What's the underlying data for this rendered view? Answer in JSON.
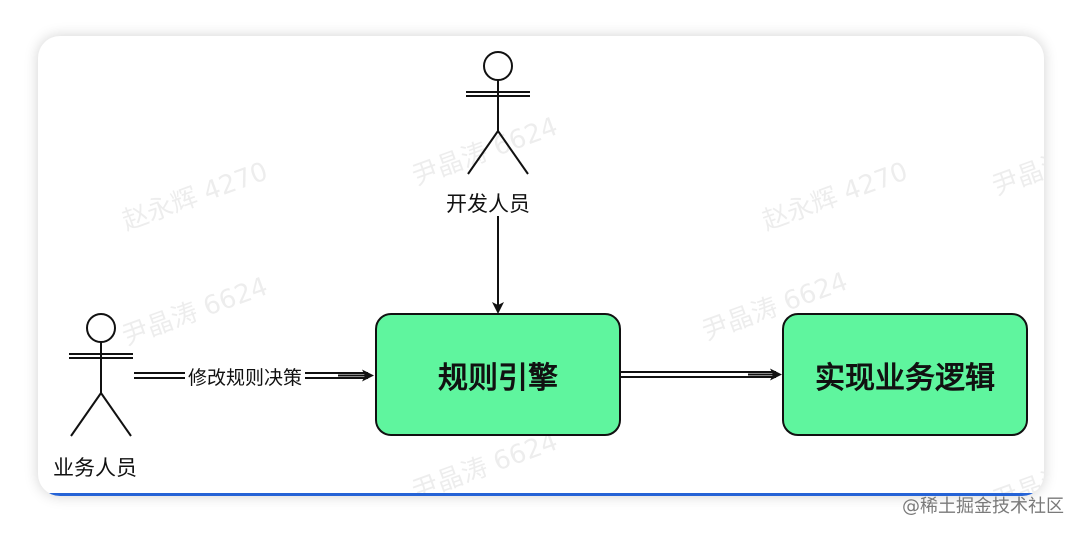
{
  "diagram": {
    "actors": {
      "developer": "开发人员",
      "business": "业务人员"
    },
    "nodes": {
      "rule_engine": "规则引擎",
      "business_logic": "实现业务逻辑"
    },
    "edges": {
      "modify_rules": "修改规则决策"
    },
    "colors": {
      "node_fill": "#5ff59e",
      "stroke": "#111111",
      "accent_line": "#2563d6"
    }
  },
  "watermarks": [
    "尹晶涛 6624",
    "赵永辉 4270"
  ],
  "footer": {
    "source": "@稀土掘金技术社区"
  }
}
